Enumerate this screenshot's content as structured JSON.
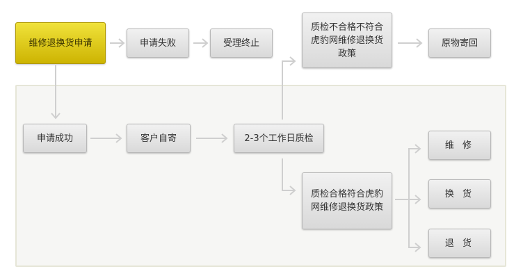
{
  "diagram": {
    "nodes": {
      "apply": "维修退换货申请",
      "apply_fail": "申请失败",
      "terminate": "受理终止",
      "qc_fail": "质检不合格不符合虎豹网维修退换货政策",
      "return_original": "原物寄回",
      "apply_success": "申请成功",
      "customer_ship": "客户自寄",
      "qc": "2-3个工作日质检",
      "qc_pass": "质检合格符合虎豹网维修退换货政策",
      "repair": "维 修",
      "exchange": "换 货",
      "refund": "退 货"
    },
    "colors": {
      "primary_fill": "#e6d10f",
      "node_fill": "#e3e3e3",
      "connector": "#cfcfcf",
      "panel_bg": "#f6f6f4"
    }
  }
}
